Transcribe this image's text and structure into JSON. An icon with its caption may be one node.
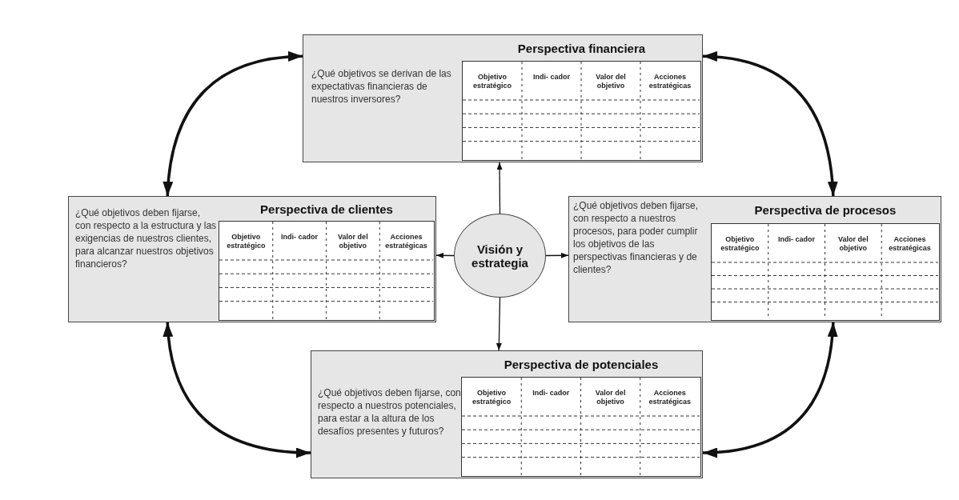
{
  "diagram": {
    "nodes": [
      {
        "text": [
          "Perspectiva financiera",
          "¿Qué objetivos se derivan de las expectativas financieras de nuestros inversores?",
          "Objetivo estratégico",
          "Indi- cador",
          "Valor del objetivo",
          "Acciones estratégicas"
        ]
      },
      {
        "text": [
          "Perspectiva de clientes",
          "¿Qué objetivos deben fijarse, con respecto a la estructura y las exigencias de nuestros clientes, para alcanzar nuestros objetivos financieros?",
          "Objetivo estratégico",
          "Indi- cador",
          "Valor del objetivo",
          "Acciones estratégicas"
        ]
      },
      {
        "text": [
          "Visión y estrategia"
        ]
      },
      {
        "text": [
          "Perspectiva de procesos",
          "¿Qué objetivos deben fijarse, con respecto a nuestros procesos, para poder cumplir los objetivos de las perspectivas financieras y de clientes?",
          "Objetivo estratégico",
          "Indi- cador",
          "Valor del objetivo",
          "Acciones estratégicas"
        ]
      },
      {
        "text": [
          "Perspectiva de potenciales",
          "¿Qué objetivos deben fijarse, con respecto a nuestros potenciales, para estar a la altura de los desafíos presentes y futuros?",
          "Objetivo estratégico",
          "Indi- cador",
          "Valor del objetivo",
          "Acciones estratégicas"
        ]
      }
    ],
    "edges": [
      {
        "from": 2,
        "to": 0,
        "arrow": "to"
      },
      {
        "from": 2,
        "to": 1,
        "arrow": "to"
      },
      {
        "from": 2,
        "to": 3,
        "arrow": "to"
      },
      {
        "from": 2,
        "to": 4,
        "arrow": "to"
      },
      {
        "from": 0,
        "to": 1,
        "arrow": "both",
        "style": "thick"
      },
      {
        "from": 0,
        "to": 3,
        "arrow": "both",
        "style": "thick"
      },
      {
        "from": 1,
        "to": 4,
        "arrow": "both",
        "style": "thick"
      },
      {
        "from": 3,
        "to": 4,
        "arrow": "both",
        "style": "thick"
      }
    ]
  }
}
